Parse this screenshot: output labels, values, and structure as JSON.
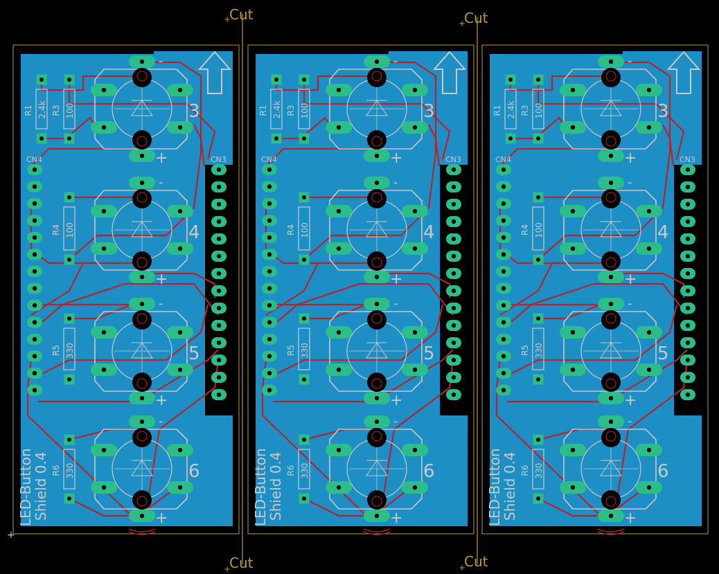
{
  "colors": {
    "background": "#000000",
    "board": "#1e8fc4",
    "pad": "#2bbd8a",
    "trace": "#b3262e",
    "silk": "#c9c9c9",
    "outline": "#b89a3c",
    "drill": "#000000"
  },
  "cut_label": "Cut",
  "panels": [
    {
      "id": "panel-1",
      "title_line1": "LED-Button",
      "title_line2": "Shield 0.4",
      "r1": {
        "name": "R1",
        "value": "2.4k"
      },
      "r3": {
        "name": "R3",
        "value": "100"
      },
      "r4": {
        "name": "R4",
        "value": "100"
      },
      "r5": {
        "name": "R5",
        "value": "330"
      },
      "r6": {
        "name": "R6",
        "value": "330"
      },
      "cn3": "CN3",
      "cn4": "CN4",
      "buttons": [
        "3",
        "4",
        "5",
        "6"
      ],
      "minus": "-",
      "plus": "+"
    },
    {
      "id": "panel-2",
      "title_line1": "LED-Button",
      "title_line2": "Shield 0.4",
      "r1": {
        "name": "R1",
        "value": "2.4k"
      },
      "r3": {
        "name": "R3",
        "value": "100"
      },
      "r4": {
        "name": "R4",
        "value": "100"
      },
      "r5": {
        "name": "R5",
        "value": "330"
      },
      "r6": {
        "name": "R6",
        "value": "330"
      },
      "cn3": "CN3",
      "cn4": "CN4",
      "buttons": [
        "3",
        "4",
        "5",
        "6"
      ],
      "minus": "-",
      "plus": "+"
    },
    {
      "id": "panel-3",
      "title_line1": "LED-Button",
      "title_line2": "Shield 0.4",
      "r1": {
        "name": "R1",
        "value": "2.4k"
      },
      "r3": {
        "name": "R3",
        "value": "100"
      },
      "r4": {
        "name": "R4",
        "value": "100"
      },
      "r5": {
        "name": "R5",
        "value": "330"
      },
      "r6": {
        "name": "R6",
        "value": "330"
      },
      "cn3": "CN3",
      "cn4": "CN4",
      "buttons": [
        "3",
        "4",
        "5",
        "6"
      ],
      "minus": "-",
      "plus": "+"
    }
  ]
}
